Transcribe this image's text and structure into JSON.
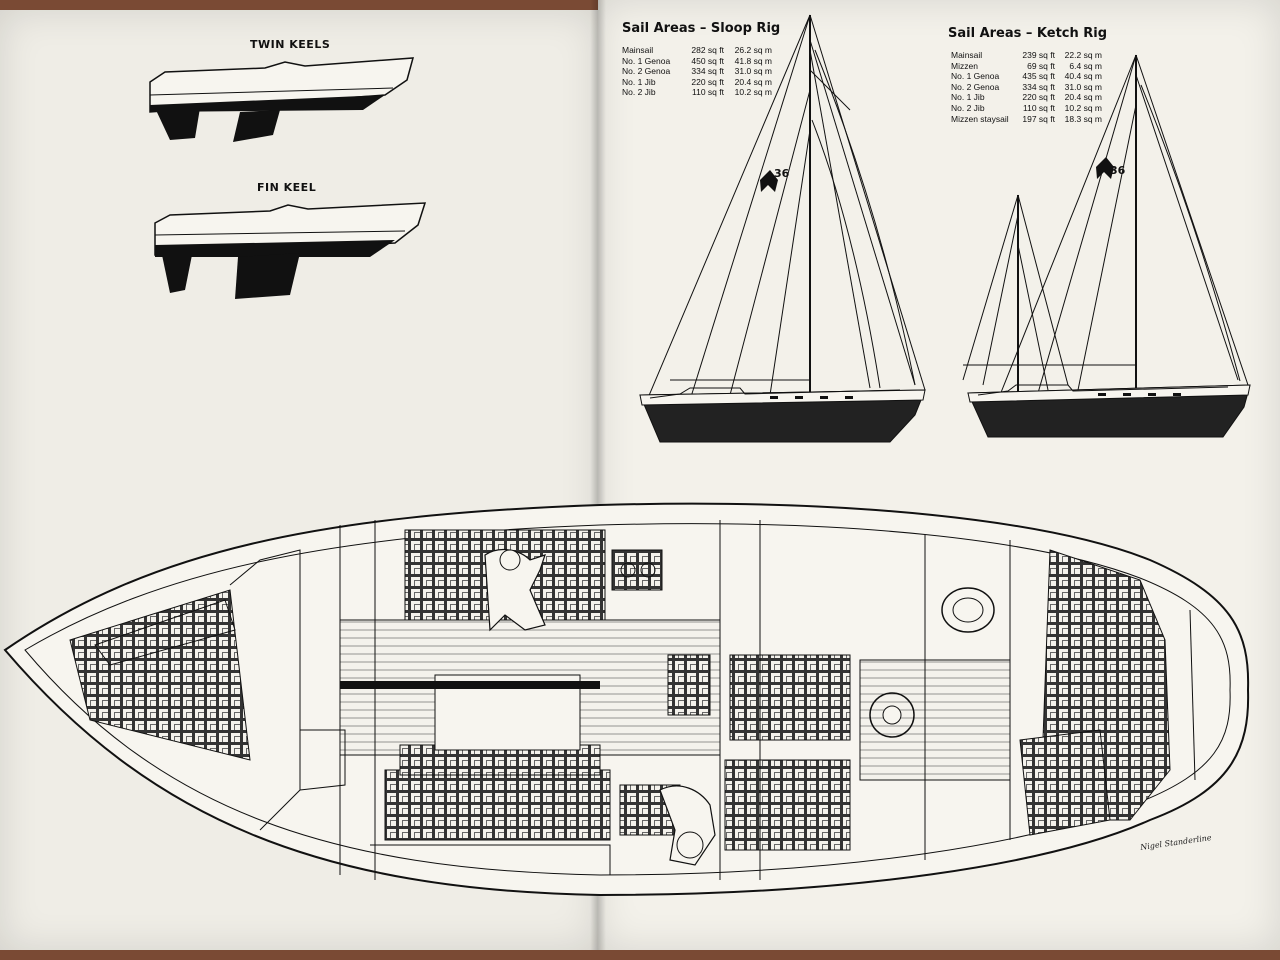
{
  "keels": {
    "twin_label": "TWIN KEELS",
    "fin_label": "FIN KEEL"
  },
  "sloop": {
    "title": "Sail Areas – Sloop Rig",
    "sail_number": "36",
    "rows": [
      {
        "name": "Mainsail",
        "sqft": "282 sq ft",
        "sqm": "26.2 sq m"
      },
      {
        "name": "No. 1 Genoa",
        "sqft": "450 sq ft",
        "sqm": "41.8 sq m"
      },
      {
        "name": "No. 2 Genoa",
        "sqft": "334 sq ft",
        "sqm": "31.0 sq m"
      },
      {
        "name": "No. 1 Jib",
        "sqft": "220 sq ft",
        "sqm": "20.4 sq m"
      },
      {
        "name": "No. 2 Jib",
        "sqft": "110 sq ft",
        "sqm": "10.2 sq m"
      }
    ]
  },
  "ketch": {
    "title": "Sail Areas – Ketch Rig",
    "sail_number": "36",
    "rows": [
      {
        "name": "Mainsail",
        "sqft": "239 sq ft",
        "sqm": "22.2 sq m"
      },
      {
        "name": "Mizzen",
        "sqft": "69 sq ft",
        "sqm": "6.4 sq m"
      },
      {
        "name": "No. 1 Genoa",
        "sqft": "435 sq ft",
        "sqm": "40.4 sq m"
      },
      {
        "name": "No. 2 Genoa",
        "sqft": "334 sq ft",
        "sqm": "31.0 sq m"
      },
      {
        "name": "No. 1 Jib",
        "sqft": "220 sq ft",
        "sqm": "20.4 sq m"
      },
      {
        "name": "No. 2 Jib",
        "sqft": "110 sq ft",
        "sqm": "10.2 sq m"
      },
      {
        "name": "Mizzen staysail",
        "sqft": "197 sq ft",
        "sqm": "18.3 sq m"
      }
    ]
  },
  "signature": "Nigel Standerline",
  "watermark": "",
  "colors": {
    "paper": "#efede6",
    "ink": "#111111",
    "background": "#7a4a34"
  }
}
